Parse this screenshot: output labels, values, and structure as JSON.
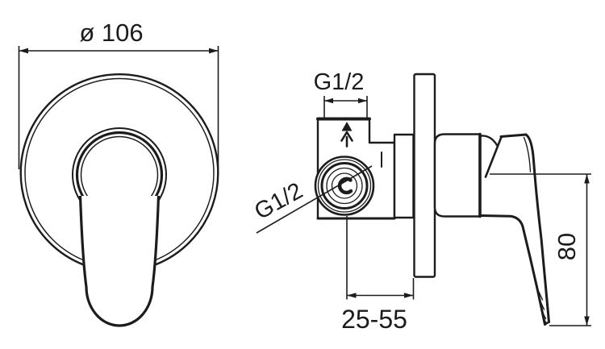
{
  "drawing": {
    "colors": {
      "line": "#1c1c1c",
      "background": "#ffffff"
    },
    "front_view": {
      "diameter_label": "ø 106"
    },
    "side_view": {
      "top_port_label": "G1/2",
      "side_port_label": "G1/2",
      "mounting_depth_label": "25-55",
      "handle_height_label": "80"
    },
    "icons": {
      "flow_arrow": "up-arrow",
      "port_symbol": "concentric-port-rings"
    }
  }
}
